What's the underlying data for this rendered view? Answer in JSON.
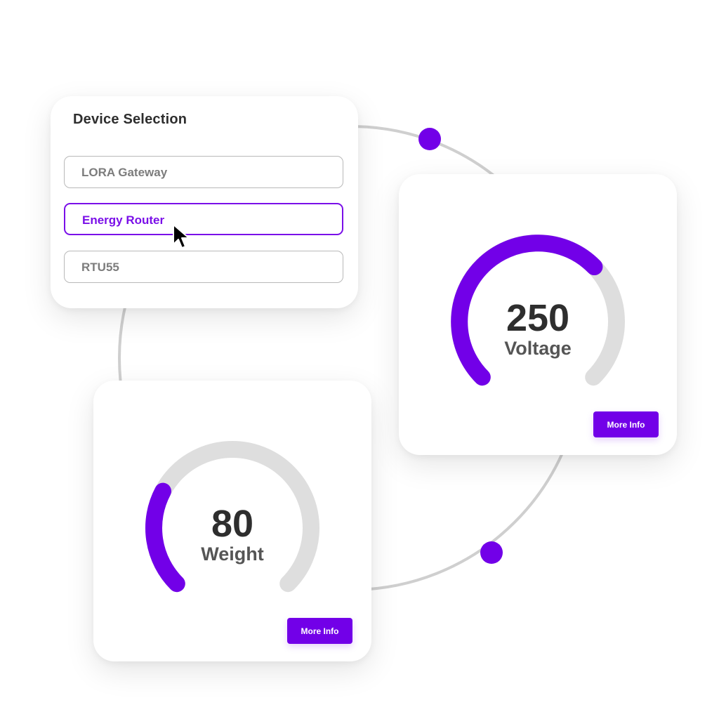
{
  "colors": {
    "accent": "#7200e8",
    "track": "#dedede",
    "connector": "#cfcfcf",
    "text_dark": "#2e2e2e",
    "text_muted": "#7c7c7c"
  },
  "device_selection": {
    "title": "Device Selection",
    "options": [
      {
        "label": "LORA Gateway",
        "selected": false
      },
      {
        "label": "Energy Router",
        "selected": true
      },
      {
        "label": "RTU55",
        "selected": false
      }
    ]
  },
  "gauges": {
    "voltage": {
      "value": "250",
      "label": "Voltage",
      "fill_fraction": 0.67,
      "button_label": "More Info"
    },
    "weight": {
      "value": "80",
      "label": "Weight",
      "fill_fraction": 0.27,
      "button_label": "More Info"
    }
  },
  "icons": {
    "pointer": "mouse-pointer-icon"
  }
}
